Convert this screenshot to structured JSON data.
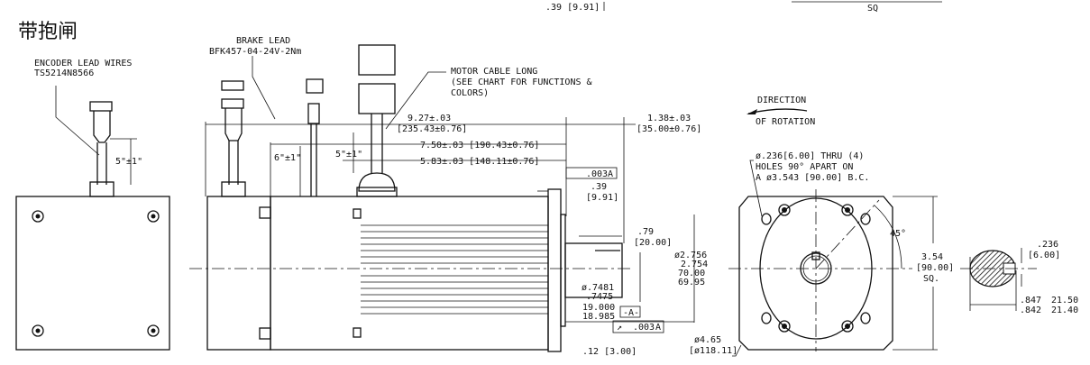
{
  "title": "带抱闸",
  "top_cut": {
    "left_dim": ".39 [9.91]",
    "right_dim": "SQ"
  },
  "encoder": {
    "line1": "ENCODER LEAD WIRES",
    "line2": "TS5214N8566",
    "length": "5\"±1\""
  },
  "brake": {
    "line1": "BRAKE LEAD",
    "line2": "BFK457-04-24V-2Nm",
    "length": "6\"±1\""
  },
  "motor_cable": {
    "line1": "MOTOR CABLE LONG",
    "line2": "(SEE CHART FOR FUNCTIONS &",
    "line3": "COLORS)",
    "length": "5\"±1\""
  },
  "dims": {
    "overall": "9.27±.03",
    "overall_mm": "[235.43±0.76]",
    "body": "7.50±.03  [190.43±0.76]",
    "body2": "5.83±.03  [148.11±0.76]",
    "shaft_len": "1.38±.03",
    "shaft_len_mm": "[35.00±0.76]",
    "flange": ".39",
    "flange_mm": "[9.91]",
    "perp_tol": ".003",
    "datum": "A",
    "key_len": ".79",
    "key_len_mm": "[20.00]",
    "pilot_a": "ø2.756",
    "pilot_b": "2.754",
    "pilot_mm_a": "70.00",
    "pilot_mm_b": "69.95",
    "shaft_a": "ø.7481",
    "shaft_b": ".7475",
    "shaft_mm_a": "19.000",
    "shaft_mm_b": "18.985",
    "datum_label": "-A-",
    "runout_tol": ".003",
    "pilot_depth": ".12  [3.00]"
  },
  "end_view": {
    "direction1": "DIRECTION",
    "direction2": "OF ROTATION",
    "holes1": "ø.236[6.00] THRU (4)",
    "holes2": "HOLES 90° APART ON",
    "holes3": "A ø3.543 [90.00] B.C.",
    "angle": "45°",
    "square": "3.54",
    "square_mm": "[90.00]",
    "square_sq": "SQ.",
    "diag": "ø4.65",
    "diag_mm": "[ø118.11]"
  },
  "shaft_section": {
    "key": ".236",
    "key_mm": "[6.00]",
    "flat_a": ".847",
    "flat_b": ".842",
    "flat_mm_a": "21.50",
    "flat_mm_b": "21.40"
  }
}
